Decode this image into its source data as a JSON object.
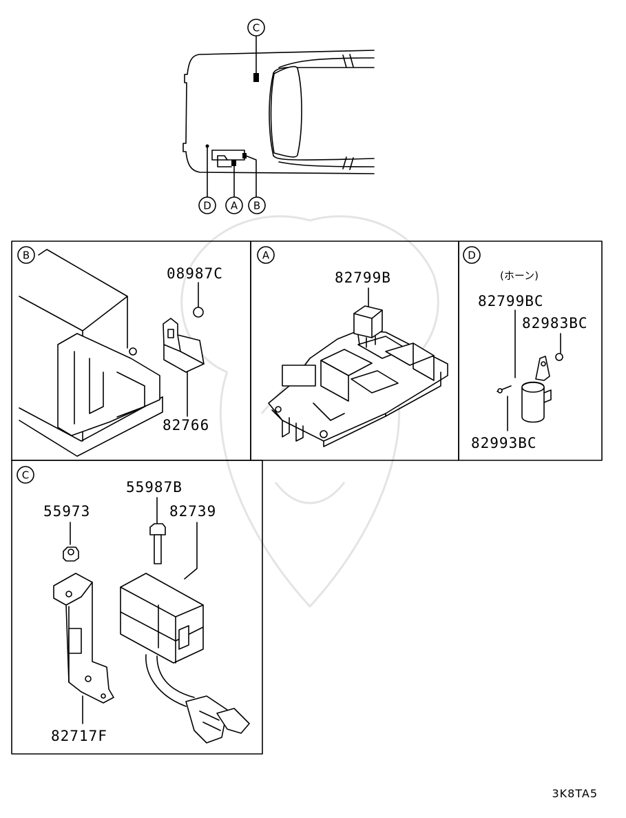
{
  "callouts": {
    "A": "A",
    "B": "B",
    "C": "C",
    "D": "D"
  },
  "panels": {
    "B": {
      "letter": "B",
      "parts": [
        "08987C",
        "82766"
      ]
    },
    "A": {
      "letter": "A",
      "parts": [
        "82799B"
      ]
    },
    "D": {
      "letter": "D",
      "note": "(ホーン)",
      "parts": [
        "82799BC",
        "82983BC",
        "82993BC"
      ]
    },
    "C": {
      "letter": "C",
      "parts": [
        "55973",
        "55987B",
        "82739",
        "82717F"
      ]
    }
  },
  "diagram_code": "3K8TA5"
}
